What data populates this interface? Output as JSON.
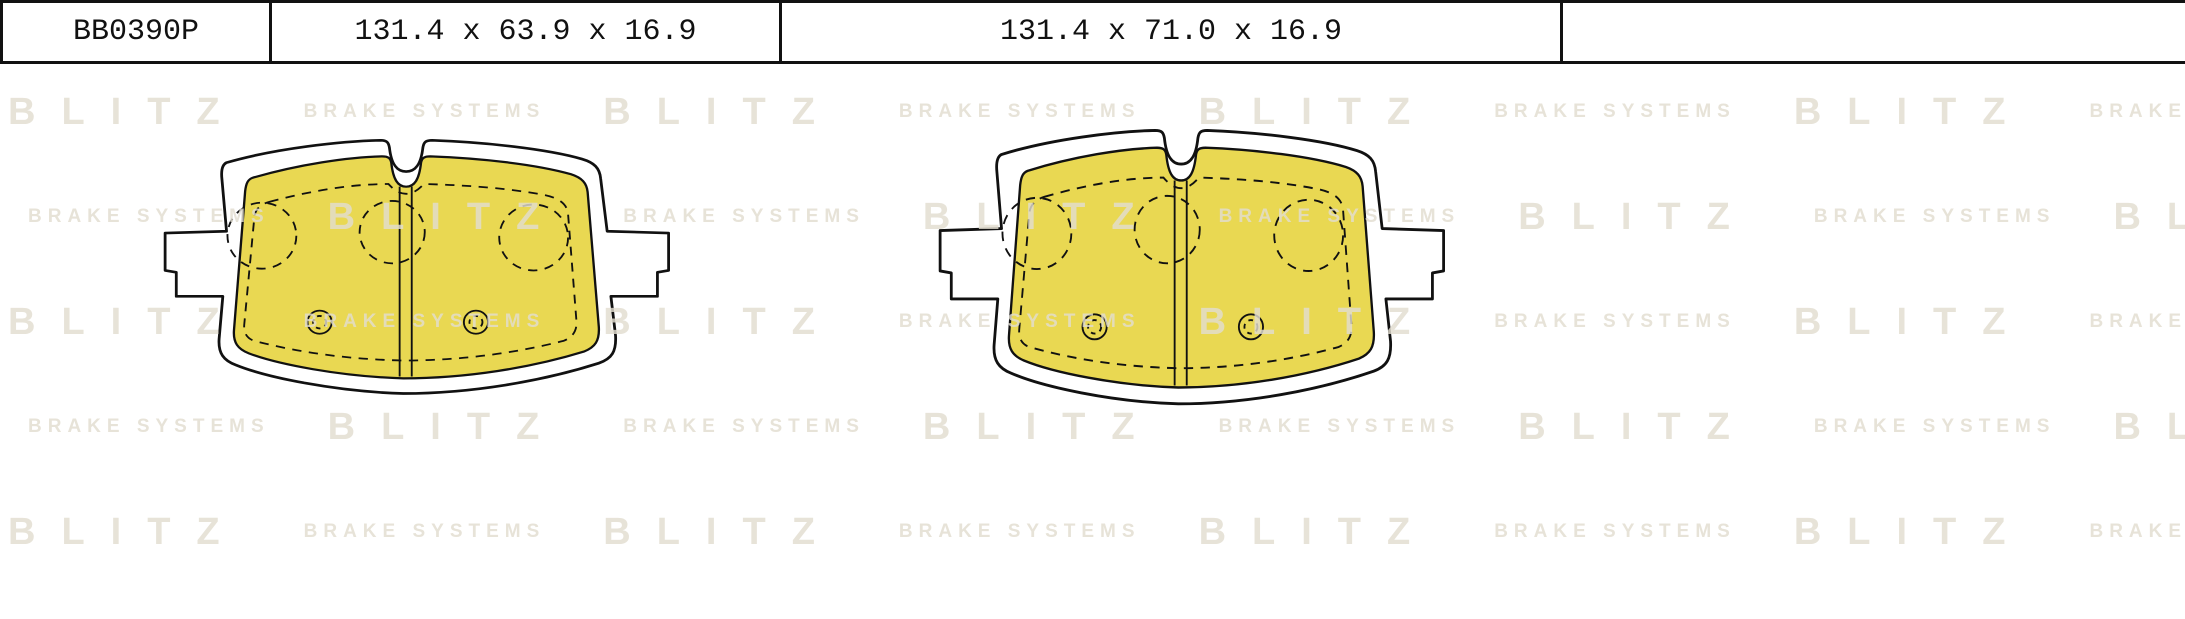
{
  "header": {
    "part_number": "BB0390P",
    "dimensions_left": "131.4 x 63.9 x 16.9",
    "dimensions_right": "131.4 x 71.0 x 16.9"
  },
  "watermark": {
    "brand": "BLITZ",
    "tagline": "BRAKE SYSTEMS"
  },
  "colors": {
    "ink": "#111111",
    "pad_yellow": "#e9d852",
    "watermark_gray": "#e2ddd0"
  }
}
